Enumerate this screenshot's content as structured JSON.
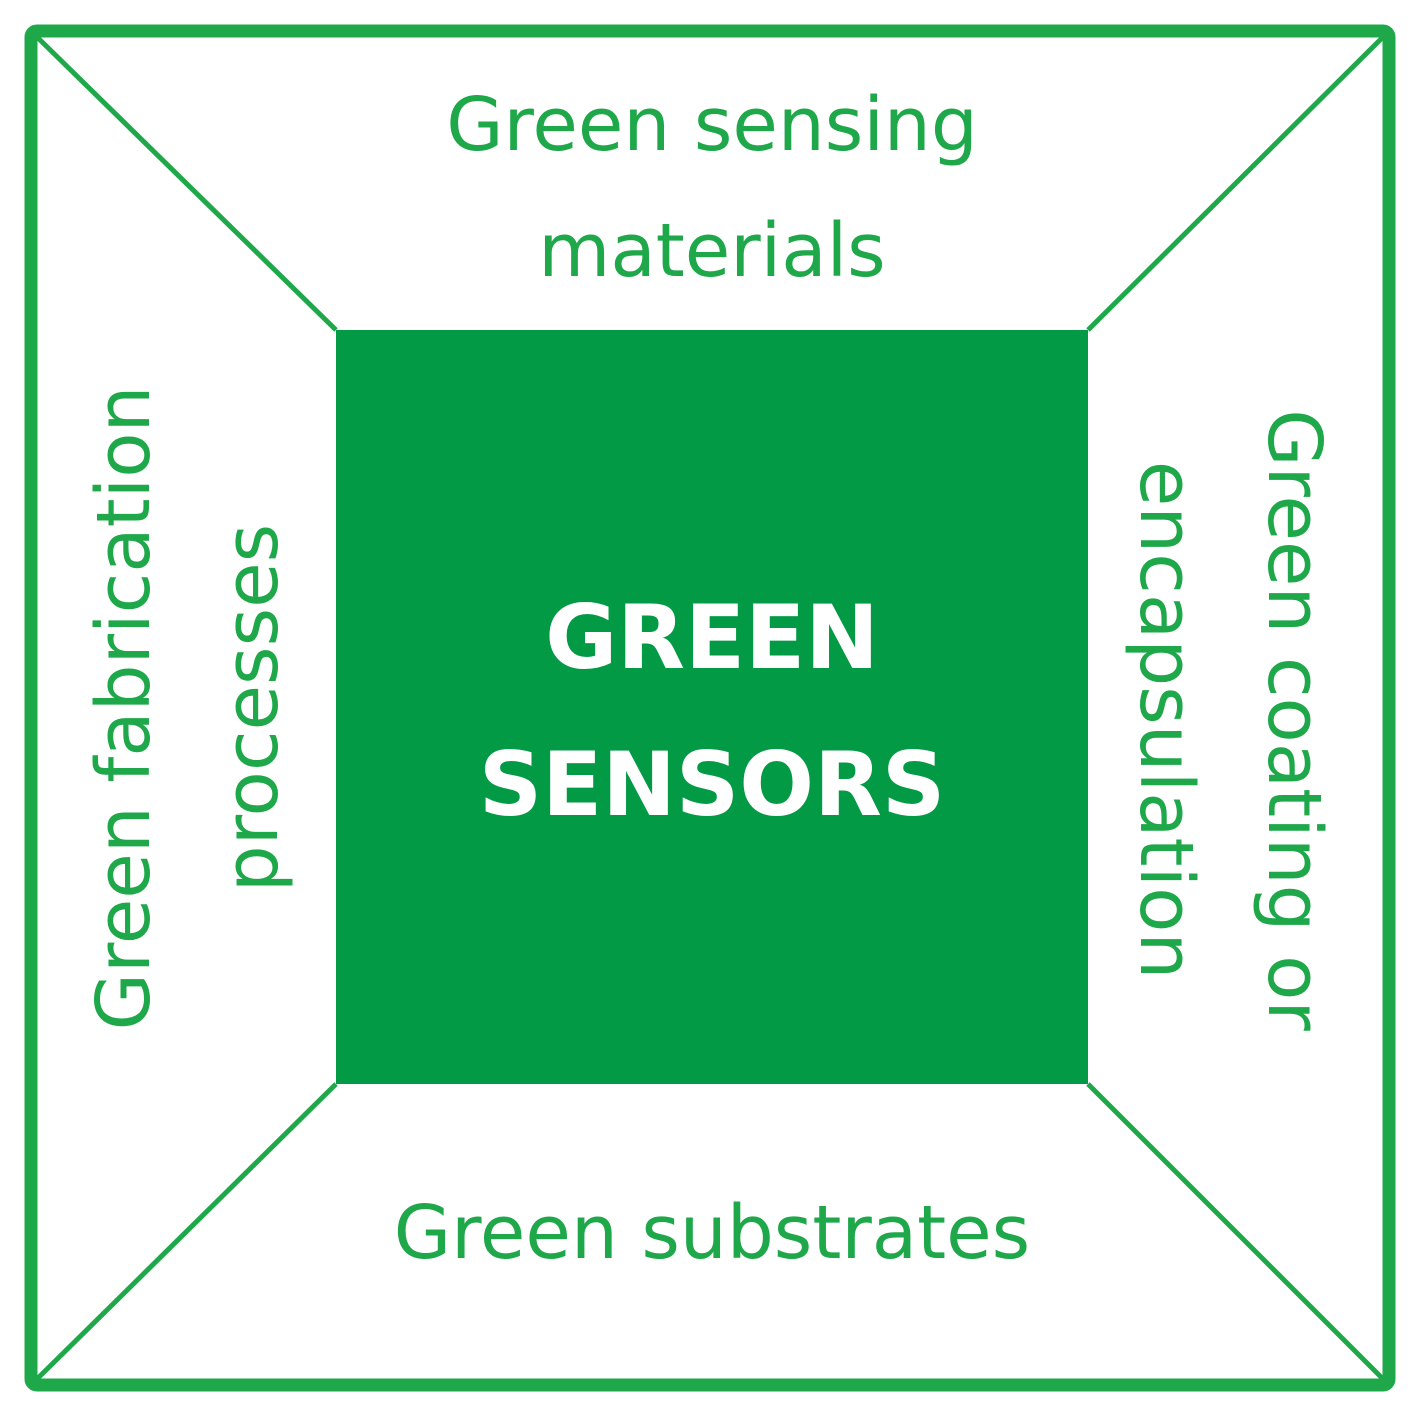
{
  "colors": {
    "accent": "#1ea84a",
    "center_fill": "#039a45",
    "center_text": "#ffffff",
    "background": "#ffffff"
  },
  "center": {
    "line1": "GREEN",
    "line2": "SENSORS"
  },
  "top": {
    "line1": "Green sensing",
    "line2": "materials"
  },
  "bottom": {
    "line1": "Green substrates"
  },
  "left": {
    "line1": "Green fabrication",
    "line2": "processes"
  },
  "right": {
    "line1": "Green coating or",
    "line2": "encapsulation"
  }
}
